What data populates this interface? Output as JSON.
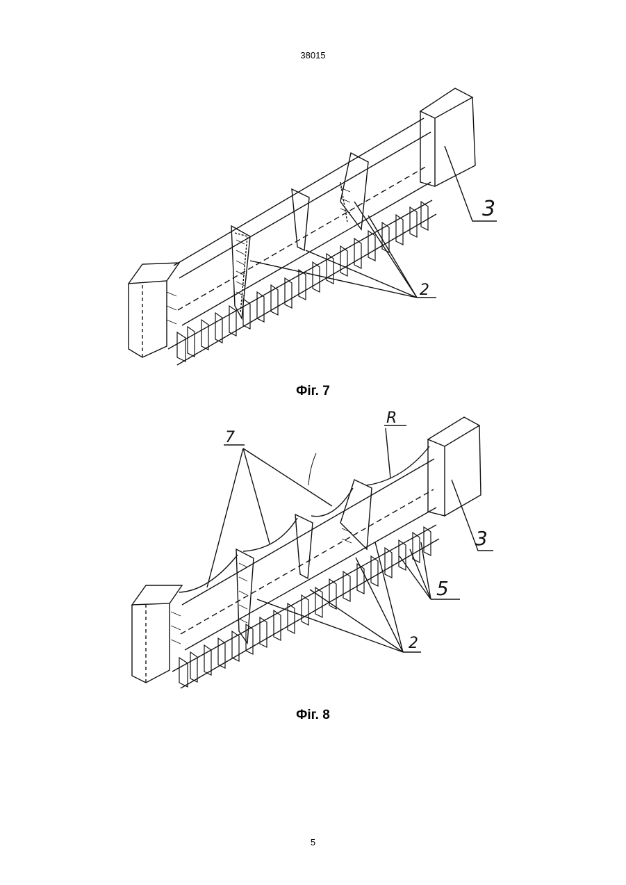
{
  "header": {
    "doc_number": "38015"
  },
  "figure7": {
    "caption": "Фіг. 7",
    "labels": {
      "block": "3",
      "sections": "2"
    }
  },
  "figure8": {
    "caption": "Фіг. 8",
    "labels": {
      "radius": "R",
      "arcs": "7",
      "block": "3",
      "teeth": "5",
      "sections": "2"
    }
  },
  "footer": {
    "page_number": "5"
  }
}
